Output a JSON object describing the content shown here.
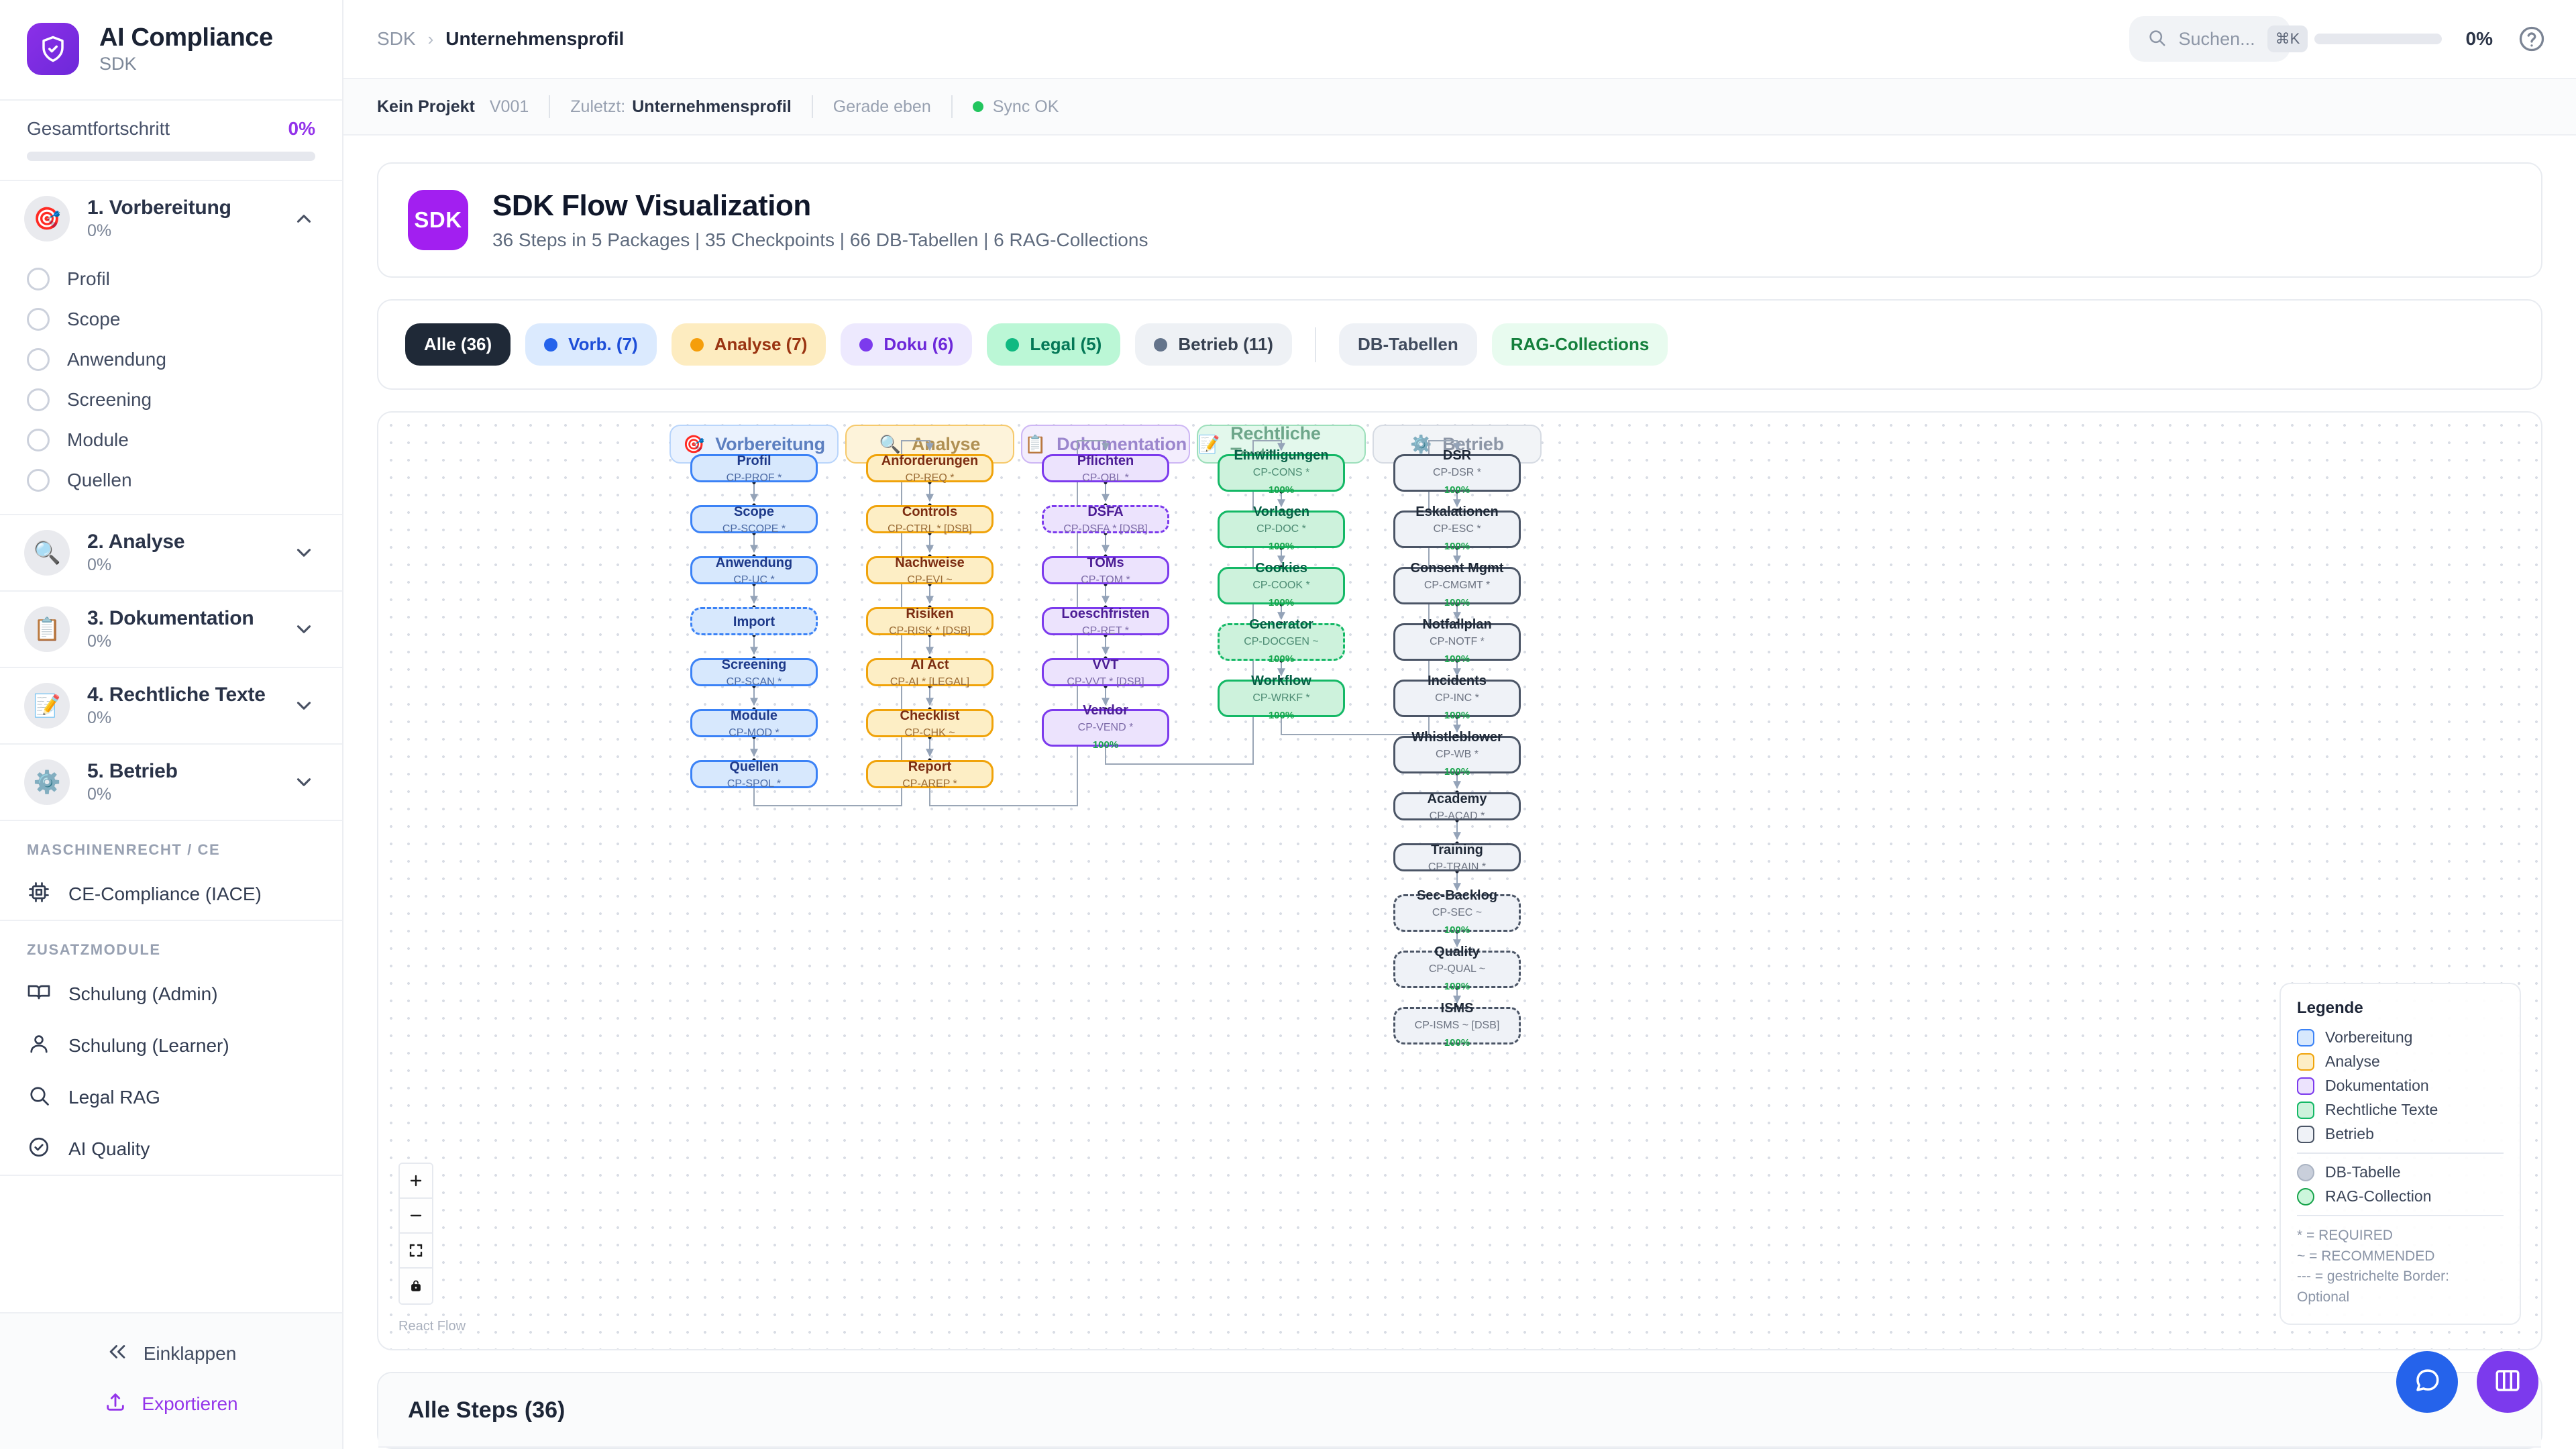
{
  "sidebar": {
    "brand": {
      "title": "AI Compliance",
      "subtitle": "SDK",
      "logo_icon": "shield-check-icon"
    },
    "overall": {
      "label": "Gesamtfortschritt",
      "value": "0%",
      "percent": 0
    },
    "phases": [
      {
        "emoji": "🎯",
        "name": "1. Vorbereitung",
        "percent": "0%",
        "expanded": true,
        "steps": [
          "Profil",
          "Scope",
          "Anwendung",
          "Screening",
          "Module",
          "Quellen"
        ]
      },
      {
        "emoji": "🔍",
        "name": "2. Analyse",
        "percent": "0%",
        "expanded": false,
        "steps": []
      },
      {
        "emoji": "📋",
        "name": "3. Dokumentation",
        "percent": "0%",
        "expanded": false,
        "steps": []
      },
      {
        "emoji": "📝",
        "name": "4. Rechtliche Texte",
        "percent": "0%",
        "expanded": false,
        "steps": []
      },
      {
        "emoji": "⚙️",
        "name": "5. Betrieb",
        "percent": "0%",
        "expanded": false,
        "steps": []
      }
    ],
    "section_machine": {
      "title": "MASCHINENRECHT / CE",
      "items": [
        {
          "label": "CE-Compliance (IACE)",
          "icon": "chip-icon"
        }
      ]
    },
    "section_extras": {
      "title": "ZUSATZMODULE",
      "items": [
        {
          "label": "Schulung (Admin)",
          "icon": "book-icon"
        },
        {
          "label": "Schulung (Learner)",
          "icon": "user-icon"
        },
        {
          "label": "Legal RAG",
          "icon": "search-icon"
        },
        {
          "label": "AI Quality",
          "icon": "check-circle-icon"
        }
      ]
    },
    "footer": {
      "collapse_label": "Einklappen",
      "collapse_icon": "chevrons-left-icon",
      "export_label": "Exportieren",
      "export_icon": "upload-icon"
    }
  },
  "topbar": {
    "breadcrumb_root": "SDK",
    "breadcrumb_sep": "›",
    "breadcrumb_current": "Unternehmensprofil",
    "search": {
      "placeholder": "Suchen...",
      "shortcut": "⌘K",
      "icon": "search-icon"
    },
    "progress_value": "0%",
    "progress_percent": 0,
    "help_icon": "help-circle-icon"
  },
  "metabar": {
    "project": "Kein Projekt",
    "version": "V001",
    "last_label": "Zuletzt:",
    "last_value": "Unternehmensprofil",
    "time": "Gerade eben",
    "sync": "Sync OK"
  },
  "hero": {
    "badge": "SDK",
    "title": "SDK Flow Visualization",
    "subtitle": "36 Steps in 5 Packages | 35 Checkpoints | 66 DB-Tabellen | 6 RAG-Collections"
  },
  "filters": [
    {
      "key": "all",
      "label": "Alle (36)",
      "dot": false,
      "dot_color": ""
    },
    {
      "key": "vorb",
      "label": "Vorb. (7)",
      "dot": true,
      "dot_color": "#2563eb"
    },
    {
      "key": "ana",
      "label": "Analyse (7)",
      "dot": true,
      "dot_color": "#f59e0b"
    },
    {
      "key": "doku",
      "label": "Doku (6)",
      "dot": true,
      "dot_color": "#7c3aed"
    },
    {
      "key": "legal",
      "label": "Legal (5)",
      "dot": true,
      "dot_color": "#10b981"
    },
    {
      "key": "betrieb",
      "label": "Betrieb (11)",
      "dot": true,
      "dot_color": "#64748b"
    },
    {
      "key": "db",
      "label": "DB-Tabellen",
      "dot": false,
      "dot_color": ""
    },
    {
      "key": "rag",
      "label": "RAG-Collections",
      "dot": false,
      "dot_color": ""
    }
  ],
  "flow": {
    "lanes": [
      {
        "key": "vorb",
        "emoji": "🎯",
        "label": "Vorbereitung"
      },
      {
        "key": "ana",
        "emoji": "🔍",
        "label": "Analyse"
      },
      {
        "key": "doku",
        "emoji": "📋",
        "label": "Dokumentation"
      },
      {
        "key": "legal",
        "emoji": "📝",
        "label": "Rechtliche Texte"
      },
      {
        "key": "betr",
        "emoji": "⚙️",
        "label": "Betrieb"
      }
    ],
    "columns": [
      {
        "key": "vorb",
        "nodes": [
          {
            "title": "Profil",
            "code": "CP-PROF *",
            "dashed": false
          },
          {
            "title": "Scope",
            "code": "CP-SCOPE *",
            "dashed": false
          },
          {
            "title": "Anwendung",
            "code": "CP-UC *",
            "dashed": false
          },
          {
            "title": "Import",
            "code": "",
            "dashed": true
          },
          {
            "title": "Screening",
            "code": "CP-SCAN *",
            "dashed": false
          },
          {
            "title": "Module",
            "code": "CP-MOD *",
            "dashed": false
          },
          {
            "title": "Quellen",
            "code": "CP-SPOL *",
            "dashed": false
          }
        ]
      },
      {
        "key": "ana",
        "nodes": [
          {
            "title": "Anforderungen",
            "code": "CP-REQ *",
            "dashed": false
          },
          {
            "title": "Controls",
            "code": "CP-CTRL * [DSB]",
            "dashed": false
          },
          {
            "title": "Nachweise",
            "code": "CP-EVI ~",
            "dashed": false
          },
          {
            "title": "Risiken",
            "code": "CP-RISK * [DSB]",
            "dashed": false
          },
          {
            "title": "AI Act",
            "code": "CP-AI * [LEGAL]",
            "dashed": false
          },
          {
            "title": "Checklist",
            "code": "CP-CHK ~",
            "dashed": false
          },
          {
            "title": "Report",
            "code": "CP-AREP *",
            "dashed": false
          }
        ]
      },
      {
        "key": "doku",
        "nodes": [
          {
            "title": "Pflichten",
            "code": "CP-OBL *",
            "dashed": false
          },
          {
            "title": "DSFA",
            "code": "CP-DSFA * [DSB]",
            "dashed": true
          },
          {
            "title": "TOMs",
            "code": "CP-TOM *",
            "dashed": false
          },
          {
            "title": "Loeschfristen",
            "code": "CP-RET *",
            "dashed": false
          },
          {
            "title": "VVT",
            "code": "CP-VVT * [DSB]",
            "dashed": false
          },
          {
            "title": "Vendor",
            "code": "CP-VEND *",
            "dashed": false,
            "pct": "100%"
          }
        ]
      },
      {
        "key": "legal",
        "nodes": [
          {
            "title": "Einwilligungen",
            "code": "CP-CONS *",
            "dashed": false,
            "pct": "100%"
          },
          {
            "title": "Vorlagen",
            "code": "CP-DOC *",
            "dashed": false,
            "pct": "100%"
          },
          {
            "title": "Cookies",
            "code": "CP-COOK *",
            "dashed": false,
            "pct": "100%"
          },
          {
            "title": "Generator",
            "code": "CP-DOCGEN ~",
            "dashed": true,
            "pct": "100%"
          },
          {
            "title": "Workflow",
            "code": "CP-WRKF *",
            "dashed": false,
            "pct": "100%"
          }
        ]
      },
      {
        "key": "betr",
        "nodes": [
          {
            "title": "DSR",
            "code": "CP-DSR *",
            "dashed": false,
            "pct": "100%"
          },
          {
            "title": "Eskalationen",
            "code": "CP-ESC *",
            "dashed": false,
            "pct": "100%"
          },
          {
            "title": "Consent Mgmt",
            "code": "CP-CMGMT *",
            "dashed": false,
            "pct": "100%"
          },
          {
            "title": "Notfallplan",
            "code": "CP-NOTF *",
            "dashed": false,
            "pct": "100%"
          },
          {
            "title": "Incidents",
            "code": "CP-INC *",
            "dashed": false,
            "pct": "100%"
          },
          {
            "title": "Whistleblower",
            "code": "CP-WB *",
            "dashed": false,
            "pct": "100%"
          },
          {
            "title": "Academy",
            "code": "CP-ACAD *",
            "dashed": false
          },
          {
            "title": "Training",
            "code": "CP-TRAIN *",
            "dashed": false
          },
          {
            "title": "Sec-Backlog",
            "code": "CP-SEC ~",
            "dashed": true,
            "pct": "100%"
          },
          {
            "title": "Quality",
            "code": "CP-QUAL ~",
            "dashed": true,
            "pct": "100%"
          },
          {
            "title": "ISMS",
            "code": "CP-ISMS ~ [DSB]",
            "dashed": true,
            "pct": "100%"
          }
        ]
      }
    ],
    "legend": {
      "title": "Legende",
      "items": [
        {
          "label": "Vorbereitung",
          "fill": "#d7e8fd",
          "border": "#3b82f6",
          "shape": "square"
        },
        {
          "label": "Analyse",
          "fill": "#fdeec5",
          "border": "#f0a30a",
          "shape": "square"
        },
        {
          "label": "Dokumentation",
          "fill": "#ece3fd",
          "border": "#7c3aed",
          "shape": "square"
        },
        {
          "label": "Rechtliche Texte",
          "fill": "#cdf2dc",
          "border": "#14b866",
          "shape": "square"
        },
        {
          "label": "Betrieb",
          "fill": "#eff2f7",
          "border": "#4b5566",
          "shape": "square"
        }
      ],
      "items2": [
        {
          "label": "DB-Tabelle",
          "fill": "#c9cfdb",
          "border": "#aab3c2",
          "shape": "circle"
        },
        {
          "label": "RAG-Collection",
          "fill": "#ccf6dc",
          "border": "#16a34a",
          "shape": "circle"
        }
      ],
      "notes": [
        "* = REQUIRED",
        "~ = RECOMMENDED",
        "--- = gestrichelte Border: Optional"
      ]
    },
    "controls": [
      {
        "icon": "zoom-in-icon",
        "name": "zoom-in"
      },
      {
        "icon": "zoom-out-icon",
        "name": "zoom-out"
      },
      {
        "icon": "fit-view-icon",
        "name": "fit-view"
      },
      {
        "icon": "lock-icon",
        "name": "lock-toggle"
      }
    ],
    "attribution": "React Flow"
  },
  "steps_section": {
    "title": "Alle Steps (36)"
  },
  "fabs": [
    {
      "name": "chat-fab",
      "icon": "chat-icon",
      "color": "#2563eb"
    },
    {
      "name": "panel-fab",
      "icon": "columns-icon",
      "color": "#7c3aed"
    }
  ]
}
